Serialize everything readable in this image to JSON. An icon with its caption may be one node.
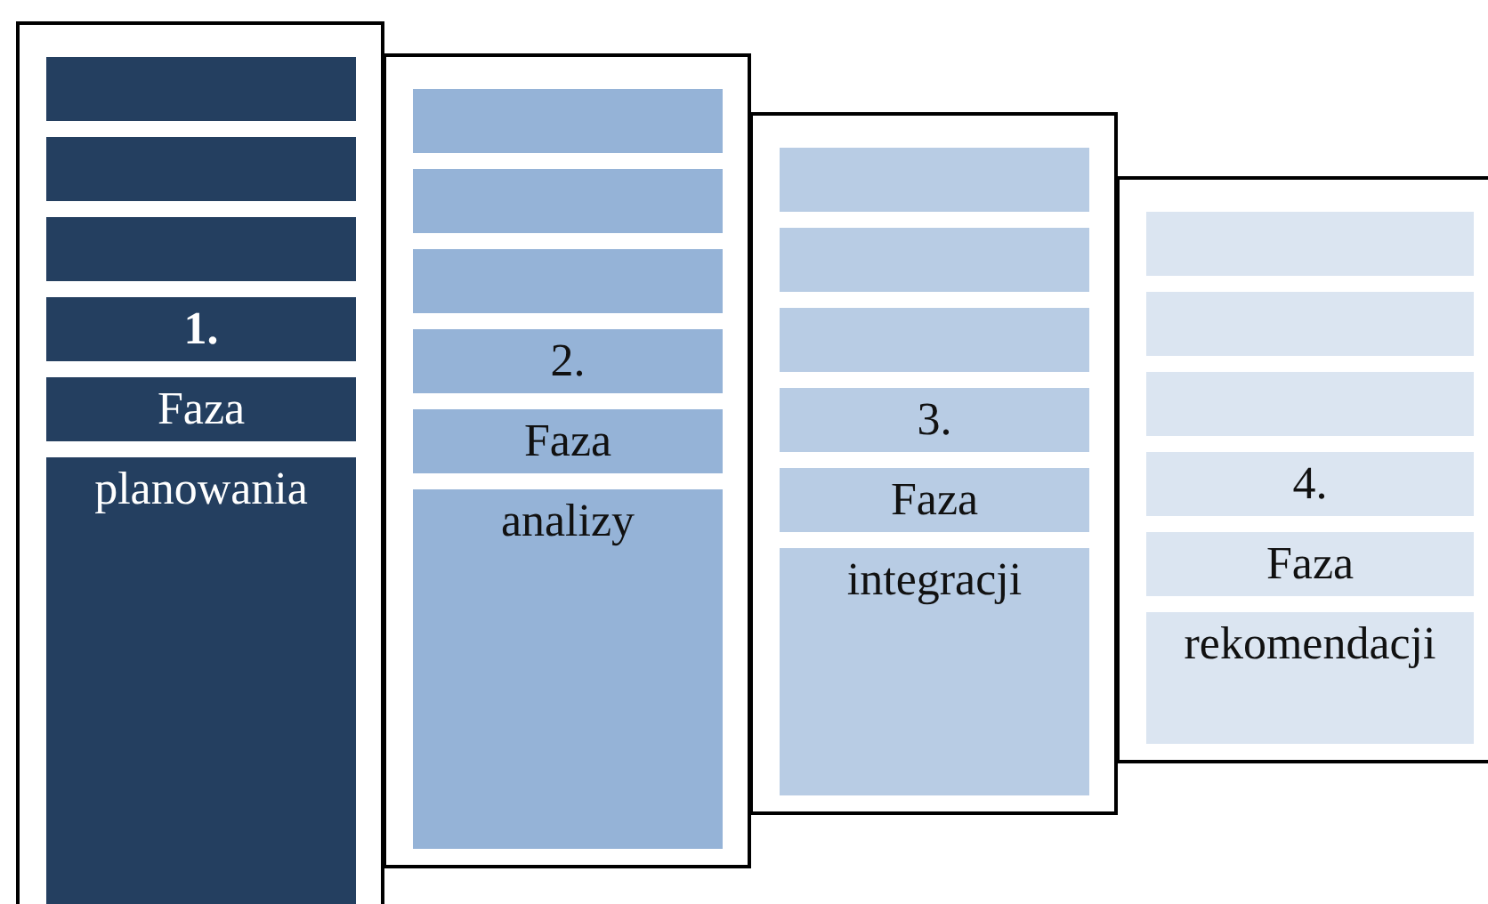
{
  "diagram": {
    "nodes": [
      {
        "text": [
          "1.",
          "Faza",
          "planowania"
        ]
      },
      {
        "text": [
          "2.",
          "Faza",
          "analizy"
        ]
      },
      {
        "text": [
          "3.",
          "Faza",
          "integracji"
        ]
      },
      {
        "text": [
          "4.",
          "Faza",
          "rekomendacji"
        ]
      }
    ]
  }
}
